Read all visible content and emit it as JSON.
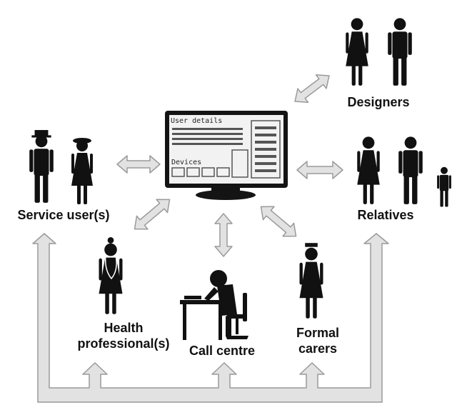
{
  "screen": {
    "user_details_label": "User details",
    "devices_label": "Devices"
  },
  "nodes": {
    "designers": "Designers",
    "service_users": "Service user(s)",
    "relatives": "Relatives",
    "health_professionals": [
      "Health",
      "professional(s)"
    ],
    "call_centre": "Call centre",
    "formal_carers": [
      "Formal",
      "carers"
    ]
  },
  "colors": {
    "arrow_fill": "#e2e2e2",
    "arrow_stroke": "#9a9a9a",
    "figure": "#111111",
    "monitor_body": "#141414",
    "screen_bg": "#f2f2f2",
    "screen_bar": "#555555"
  }
}
